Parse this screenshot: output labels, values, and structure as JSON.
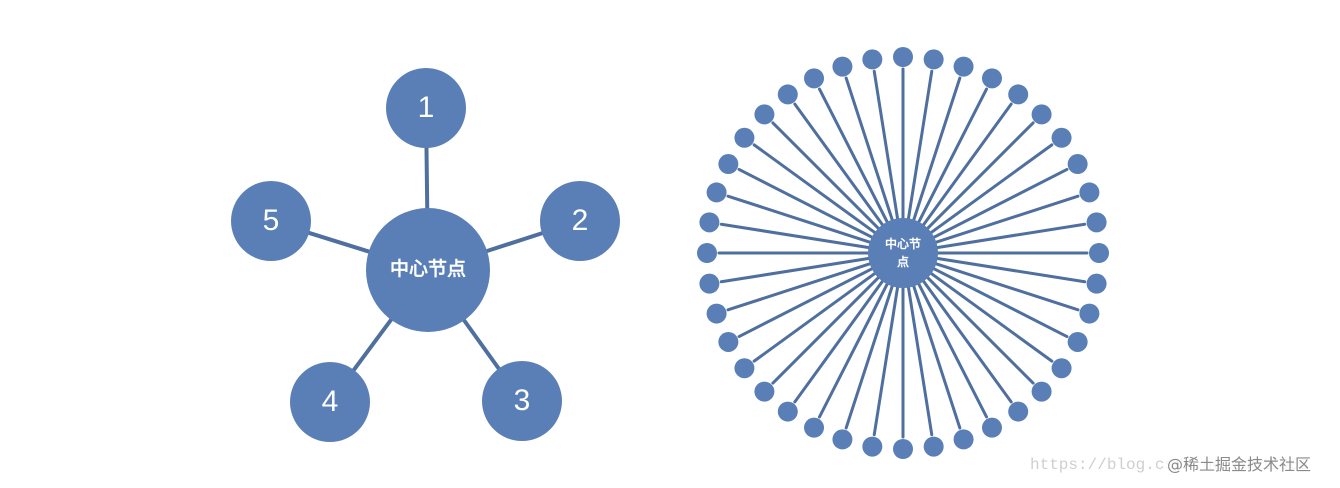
{
  "diagram": {
    "star": {
      "center_label": "中心节点",
      "leaf_labels": [
        "1",
        "2",
        "3",
        "4",
        "5"
      ]
    },
    "dense_star": {
      "center_label_line1": "中心节",
      "center_label_line2": "点",
      "leaf_count": 40
    }
  },
  "watermark": {
    "url": "https://blog.csdn.net/u011066",
    "site": "@稀土掘金技术社区"
  },
  "colors": {
    "node": "#5a7fb7",
    "edge": "#4f6f9f",
    "text": "#ffffff"
  }
}
